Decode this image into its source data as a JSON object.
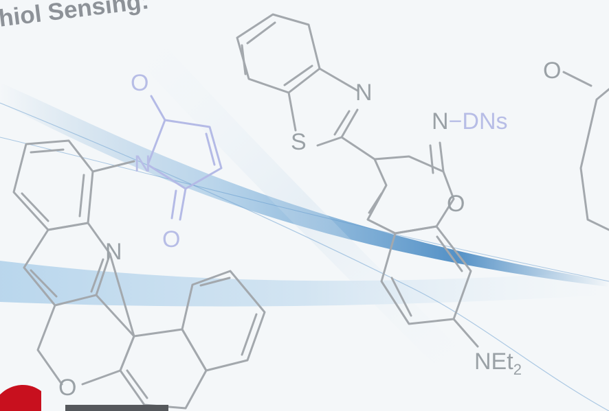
{
  "title_text": "hiol Sensing:",
  "labels": {
    "n_quinoline": "N",
    "n_maleimide": "N",
    "o_maleimide_top": "O",
    "o_maleimide_bottom": "O",
    "o_pyran": "O",
    "n_thiazole": "N",
    "s_thiazole": "S",
    "imine": "N−DNs",
    "o_coumarin": "O",
    "net2_main": "NEt",
    "net2_sub": "2",
    "o_right": "O"
  },
  "colors": {
    "background": "#f4f7f9",
    "structure_gray": "#a3a8ad",
    "maleimide_blue": "#b4bae6",
    "wave_blue": "#1f6fb5",
    "logo_red": "#c8101e"
  }
}
